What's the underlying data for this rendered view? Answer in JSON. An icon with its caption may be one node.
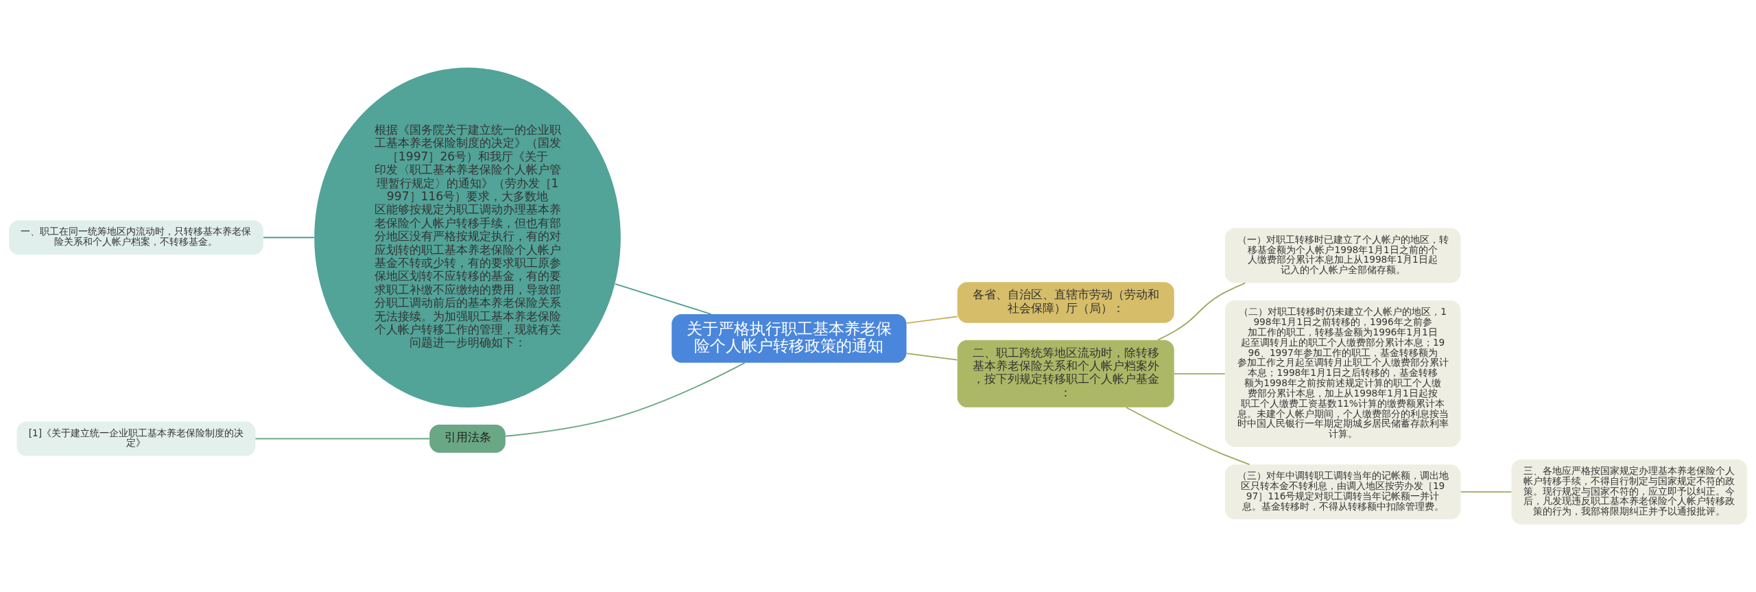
{
  "diagram": {
    "nodes": [
      {
        "text": [
          "关于严格执行职工基本养老保险个人帐户转移政策的通知"
        ]
      },
      {
        "text": [
          "根据《国务院关于建立统一的企业职工基本养老保险制度的决定》（国发［1997］26号）和我厅《关于印发〈职工基本养老保险个人帐户管理暂行规定〉的通知》（劳办发［1997］116号）要求，大多数地区能够按规定为职工调动办理基本养老保险个人帐户转移手续，但也有部分地区没有严格按规定执行，有的对应划转的职工基本养老保险个人帐户基金不转或少转，有的要求职工原参保地区划转不应转移的基金，有的要求职工补缴不应缴纳的费用，导致部分职工调动前后的基本养老保险关系无法接续。为加强职工基本养老保险个人帐户转移工作的管理，现就有关问题进一步明确如下："
        ]
      },
      {
        "text": [
          "一、职工在同一统筹地区内流动时，只转移基本养老保险关系和个人帐户档案，不转移基金。"
        ]
      },
      {
        "text": [
          "引用法条"
        ]
      },
      {
        "text": [
          "[1]《关于建立统一企业职工基本养老保险制度的决定》"
        ]
      },
      {
        "text": [
          "各省、自治区、直辖市劳动（劳动和社会保障）厅（局）："
        ]
      },
      {
        "text": [
          "二、职工跨统筹地区流动时，除转移基本养老保险关系和个人帐户档案外，按下列规定转移职工个人帐户基金："
        ]
      },
      {
        "text": [
          "（一）对职工转移时已建立了个人帐户的地区，转移基金额为个人帐户1998年1月1日之前的个人缴费部分累计本息加上从1998年1月1日起记入的个人帐户全部储存额。"
        ]
      },
      {
        "text": [
          "（二）对职工转移时仍未建立个人帐户的地区，1998年1月1日之前转移的，1996年之前参加工作的职工，转移基金额为1996年1月1日起至调转月止的职工个人缴费部分累计本息；1996、1997年参加工作的职工，基金转移额为参加工作之月起至调转月止职工个人缴费部分累计本息；1998年1月1日之后转移的，基金转移额为1998年之前按前述规定计算的职工个人缴费部分累计本息，加上从1998年1月1日起按职工个人缴费工资基数11%计算的缴费额累计本息。未建个人帐户期间，个人缴费部分的利息按当时中国人民银行一年期定期城乡居民储蓄存款利率计算。"
        ]
      },
      {
        "text": [
          "（三）对年中调转职工调转当年的记帐额，调出地区只转本金不转利息，由调入地区按劳办发［1997］116号规定对职工调转当年记帐额一并计息。基金转移时，不得从转移额中扣除管理费。"
        ]
      },
      {
        "text": [
          "三、各地应严格按国家规定办理基本养老保险个人帐户转移手续，不得自行制定与国家规定不符的政策。现行规定与国家不符的，应立即予以纠正。今后，凡发现违反职工基本养老保险个人帐户转移政策的行为，我部将限期纠正并予以通报批评。"
        ]
      }
    ],
    "edges": [
      {
        "from": 1,
        "to": 0,
        "arrow": "none",
        "color": "#4e9d92"
      },
      {
        "from": 2,
        "to": 1,
        "arrow": "none",
        "color": "#4e9d92"
      },
      {
        "from": 3,
        "to": 0,
        "arrow": "none",
        "color": "#6aa784"
      },
      {
        "from": 4,
        "to": 3,
        "arrow": "none",
        "color": "#6aa784"
      },
      {
        "from": 0,
        "to": 5,
        "arrow": "none",
        "color": "#c9b05a"
      },
      {
        "from": 0,
        "to": 6,
        "arrow": "none"
      },
      {
        "from": 6,
        "to": 7,
        "arrow": "none"
      },
      {
        "from": 6,
        "to": 8,
        "arrow": "none"
      },
      {
        "from": 6,
        "to": 9,
        "arrow": "none"
      },
      {
        "from": 9,
        "to": 10,
        "arrow": "none"
      }
    ]
  }
}
